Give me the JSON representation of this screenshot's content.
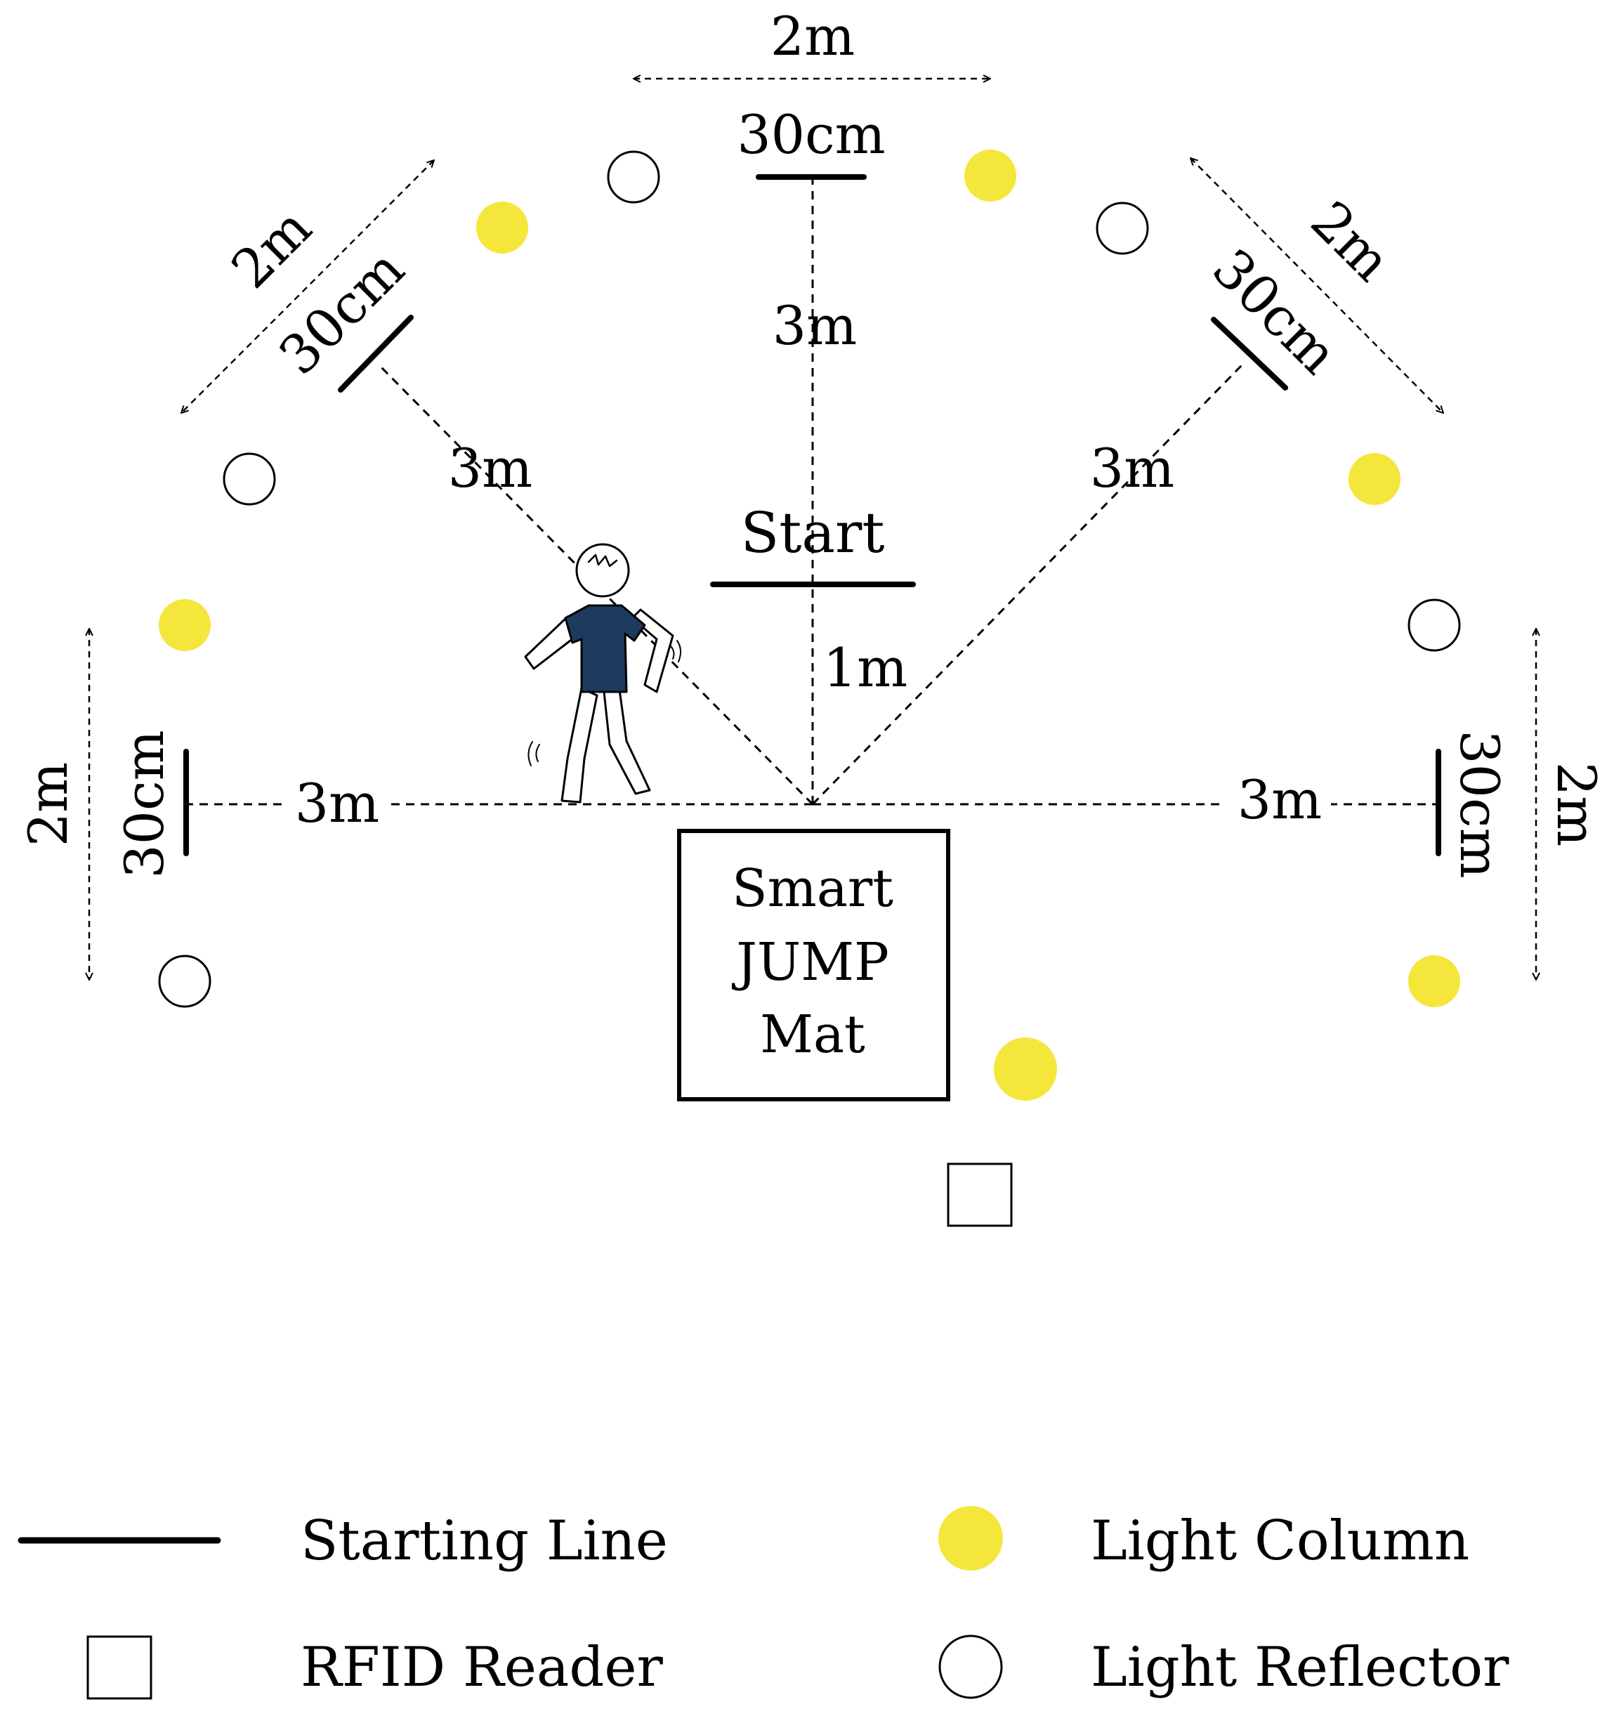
{
  "labels": {
    "top_width": "2m",
    "top_line": "30cm",
    "top_dist": "3m",
    "upper_left_width": "2m",
    "upper_left_line": "30cm",
    "upper_left_dist": "3m",
    "upper_right_width": "2m",
    "upper_right_line": "30cm",
    "upper_right_dist": "3m",
    "left_width": "2m",
    "left_line": "30cm",
    "left_dist": "3m",
    "right_width": "2m",
    "right_line": "30cm",
    "right_dist": "3m",
    "start": "Start",
    "start_dist": "1m"
  },
  "mat": {
    "line1": "Smart",
    "line2": "JUMP",
    "line3": "Mat"
  },
  "legend": {
    "starting_line": "Starting Line",
    "rfid_reader": "RFID Reader",
    "light_column": "Light Column",
    "light_reflector": "Light Reflector"
  },
  "colors": {
    "light_column": "#f5e63c",
    "shirt": "#1e3a5f",
    "line": "#000000"
  }
}
